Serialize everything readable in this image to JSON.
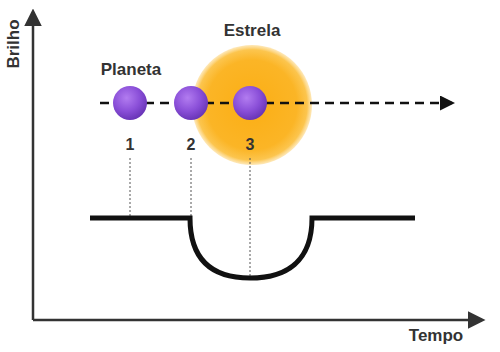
{
  "diagram": {
    "labels": [
      "Estrela",
      "Planeta",
      "1",
      "2",
      "3",
      "Brilho",
      "Tempo"
    ]
  }
}
